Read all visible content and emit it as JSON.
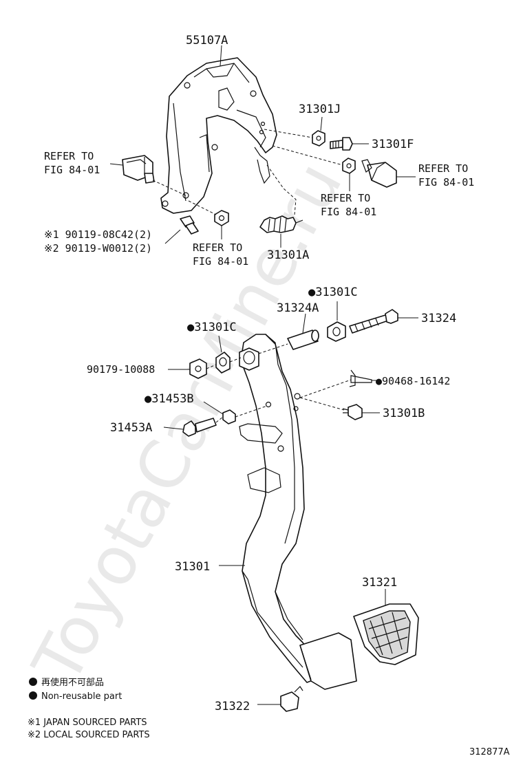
{
  "watermark": "ToyotaCarMine.ru",
  "callouts": {
    "c55107A": "55107A",
    "c31301J": "31301J",
    "c31301F": "31301F",
    "refer_left_1": "REFER TO",
    "refer_left_2": "FIG 84-01",
    "refer_right_1": "REFER TO",
    "refer_right_2": "FIG 84-01",
    "refer_mid_1": "REFER TO",
    "refer_mid_2": "FIG 84-01",
    "refer_bottom_1": "REFER TO",
    "refer_bottom_2": "FIG 84-01",
    "bolt1": "※1 90119-08C42(2)",
    "bolt2": "※2 90119-W0012(2)",
    "c31301A": "31301A",
    "c31301C_top": "●31301C",
    "c31324A": "31324A",
    "c31324": "31324",
    "c31301C_left": "●31301C",
    "c90179": "90179-10088",
    "c90468": "●90468-16142",
    "c31453B": "●31453B",
    "c31301B": "31301B",
    "c31453A": "31453A",
    "c31301": "31301",
    "c31321": "31321",
    "c31322": "31322"
  },
  "legend": {
    "line1": "再使用不可部品",
    "line2": "Non-reusable part",
    "line3": "※1 JAPAN SOURCED PARTS",
    "line4": "※2 LOCAL SOURCED PARTS"
  },
  "figure_number": "312877A"
}
